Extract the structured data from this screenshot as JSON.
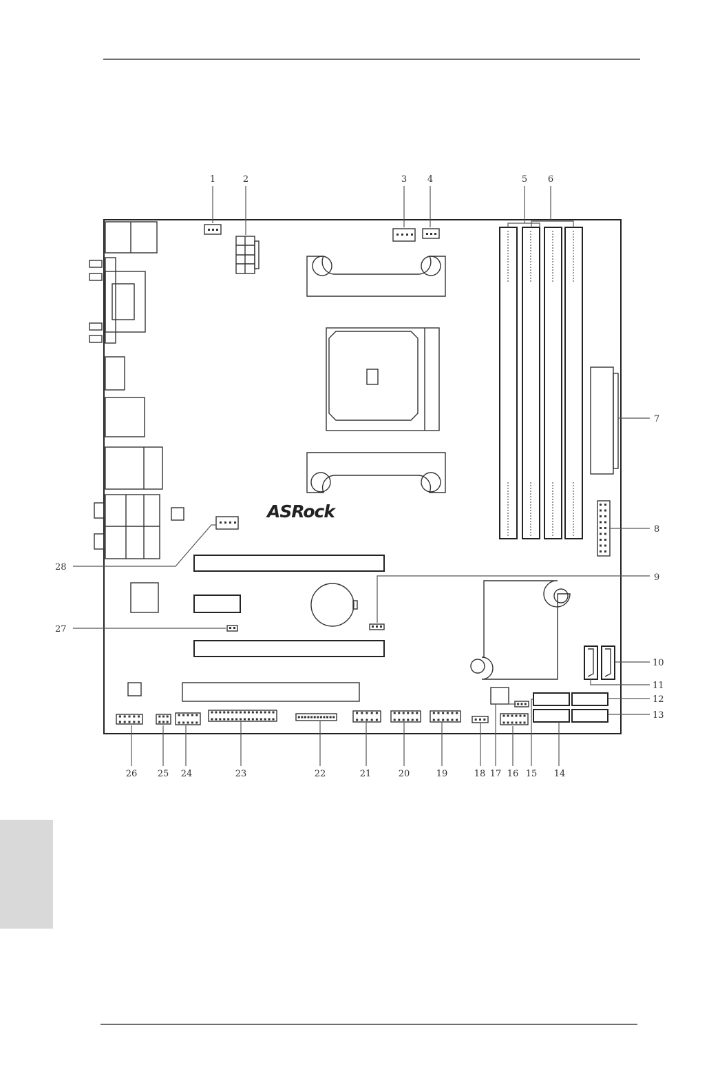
{
  "brand": {
    "logo_text": "ASRock"
  },
  "callouts": [
    {
      "id": "1",
      "text": "1"
    },
    {
      "id": "2",
      "text": "2"
    },
    {
      "id": "3",
      "text": "3"
    },
    {
      "id": "4",
      "text": "4"
    },
    {
      "id": "5",
      "text": "5"
    },
    {
      "id": "6",
      "text": "6"
    },
    {
      "id": "7",
      "text": "7"
    },
    {
      "id": "8",
      "text": "8"
    },
    {
      "id": "9",
      "text": "9"
    },
    {
      "id": "10",
      "text": "10"
    },
    {
      "id": "11",
      "text": "11"
    },
    {
      "id": "12",
      "text": "12"
    },
    {
      "id": "13",
      "text": "13"
    },
    {
      "id": "14",
      "text": "14"
    },
    {
      "id": "15",
      "text": "15"
    },
    {
      "id": "16",
      "text": "16"
    },
    {
      "id": "17",
      "text": "17"
    },
    {
      "id": "18",
      "text": "18"
    },
    {
      "id": "19",
      "text": "19"
    },
    {
      "id": "20",
      "text": "20"
    },
    {
      "id": "21",
      "text": "21"
    },
    {
      "id": "22",
      "text": "22"
    },
    {
      "id": "23",
      "text": "23"
    },
    {
      "id": "24",
      "text": "24"
    },
    {
      "id": "25",
      "text": "25"
    },
    {
      "id": "26",
      "text": "26"
    },
    {
      "id": "27",
      "text": "27"
    },
    {
      "id": "28",
      "text": "28"
    }
  ]
}
